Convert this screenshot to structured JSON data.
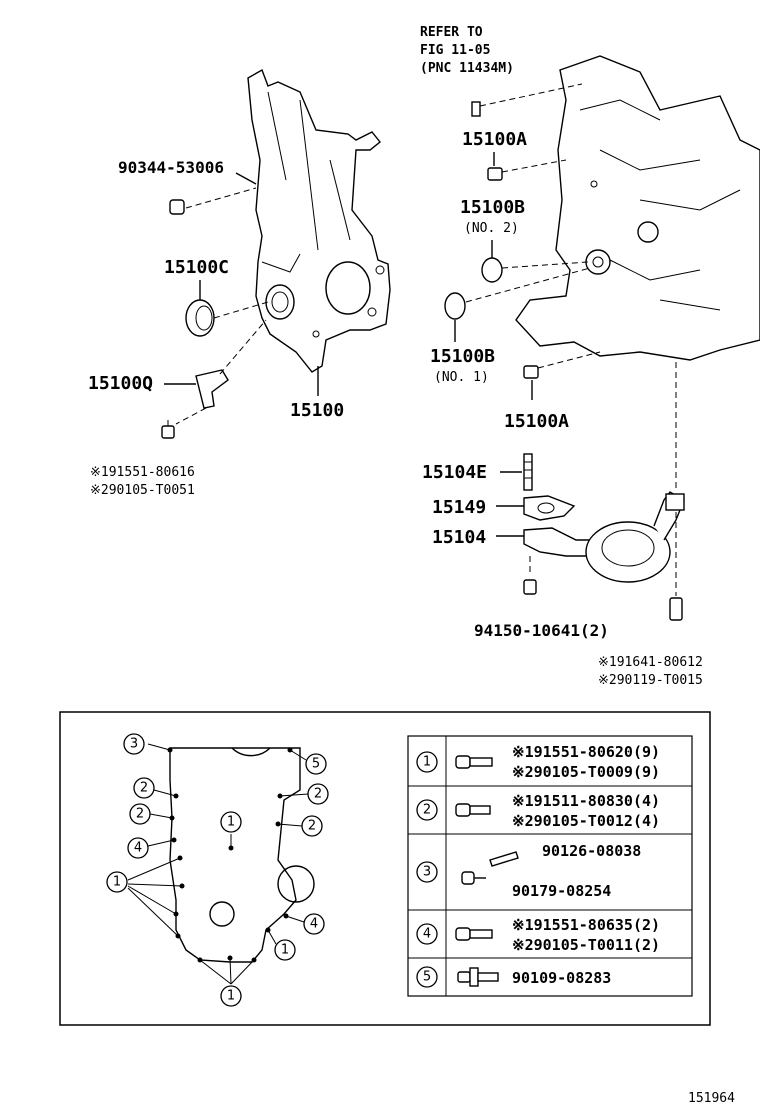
{
  "refer": {
    "line1": "REFER TO",
    "line2": "FIG 11-05",
    "line3": "(PNC 11434M)"
  },
  "parts": {
    "p90344": "90344-53006",
    "p15100A_top": "15100A",
    "p15100B_top": "15100B",
    "p15100B_top_note": "(NO. 2)",
    "p15100C": "15100C",
    "p15100B_bot": "15100B",
    "p15100B_bot_note": "(NO. 1)",
    "p15100Q": "15100Q",
    "p15100": "15100",
    "p15100A_bot": "15100A",
    "p15104E": "15104E",
    "p15149": "15149",
    "p15104": "15104",
    "p94150": "94150-10641(2)",
    "sensor_alt1": "※191551-80616",
    "sensor_alt2": "※290105-T0051",
    "bolt_alt1": "※191641-80612",
    "bolt_alt2": "※290119-T0015"
  },
  "bolt_map": {
    "callouts": [
      "3",
      "5",
      "2",
      "2",
      "2",
      "2",
      "4",
      "1",
      "1",
      "4",
      "1",
      "1"
    ]
  },
  "table": {
    "rows": [
      {
        "index": "1",
        "line1": "※191551-80620(9)",
        "line2": "※290105-T0009(9)"
      },
      {
        "index": "2",
        "line1": "※191511-80830(4)",
        "line2": "※290105-T0012(4)"
      },
      {
        "index": "3",
        "line1": "90126-08038",
        "line2": "90179-08254"
      },
      {
        "index": "4",
        "line1": "※191551-80635(2)",
        "line2": "※290105-T0011(2)"
      },
      {
        "index": "5",
        "line1": "90109-08283",
        "line2": ""
      }
    ]
  },
  "figure_id": "151964"
}
